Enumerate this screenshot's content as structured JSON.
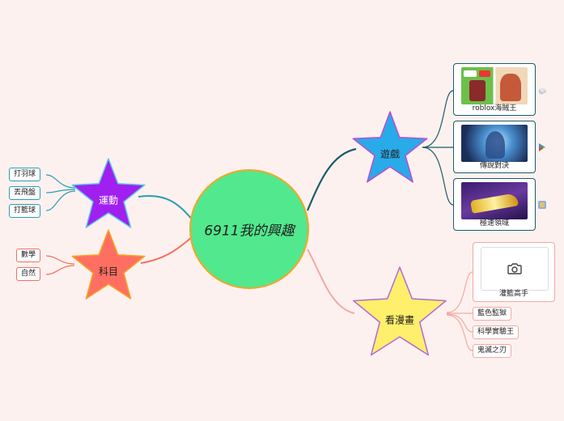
{
  "central": {
    "label": "6911我的興趣"
  },
  "branches": {
    "sports": {
      "label": "運動",
      "items": [
        "打羽球",
        "丟飛盤",
        "打籃球"
      ]
    },
    "subjects": {
      "label": "科目",
      "items": [
        "數學",
        "自然"
      ]
    },
    "games": {
      "label": "遊戲",
      "items": [
        {
          "label": "roblox海賊王",
          "icon": "game-thumbnail-roblox"
        },
        {
          "label": "傳說對決",
          "icon": "game-thumbnail-arena"
        },
        {
          "label": "極速領域",
          "icon": "game-thumbnail-racing"
        }
      ]
    },
    "comics": {
      "label": "看漫畫",
      "card": {
        "label": "灌籃高手",
        "icon": "camera-icon"
      },
      "items": [
        "藍色監獄",
        "科學實驗王",
        "鬼滅之刃"
      ]
    }
  },
  "colors": {
    "background": "#fdf1ef",
    "central_fill": "#52e88d",
    "central_border": "#f5a623",
    "sports_star": "#a020f0",
    "subjects_star": "#ff6f61",
    "games_star": "#29aae9",
    "comics_star": "#ffef6b",
    "sports_line": "#2a9eb0",
    "subjects_line": "#f57060",
    "games_line": "#1a5c6a",
    "comics_line": "#f5a8a2"
  }
}
